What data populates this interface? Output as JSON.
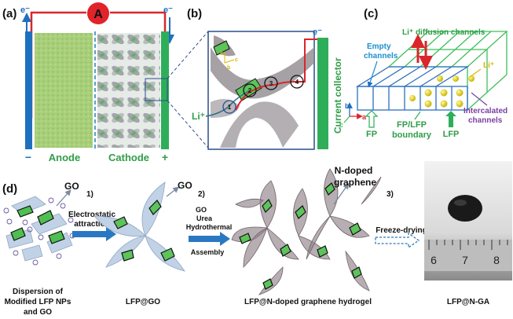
{
  "panel_a": {
    "label": "(a)",
    "electron_left": "e⁻",
    "electron_right": "e⁻",
    "ammeter": "A",
    "minus": "−",
    "plus": "+",
    "anode": "Anode",
    "cathode": "Cathode"
  },
  "panel_b": {
    "label": "(b)",
    "electron": "e⁻",
    "current_collector": "Current collector",
    "li_ion": "Li⁺",
    "path_points": [
      "1",
      "2",
      "3",
      "4"
    ],
    "axis_a": "a",
    "axis_b": "b",
    "axis_c": "c"
  },
  "panel_c": {
    "label": "(c)",
    "li_diffusion_channels": "Li⁺ diffusion channels",
    "empty_channels_1": "Empty",
    "empty_channels_2": "channels",
    "li_plus": "Li⁺",
    "intercalated_1": "Intercalated",
    "intercalated_2": "channels",
    "axis_b": "b",
    "axis_a": "a",
    "axis_c": "c",
    "fp": "FP",
    "fp_lfp_1": "FP/LFP",
    "fp_lfp_2": "boundary",
    "lfp": "LFP"
  },
  "panel_d": {
    "label": "(d)",
    "go_1": "GO",
    "step_1": "1)",
    "electrostatic_1": "Electrostatic",
    "electrostatic_2": "attraction",
    "go_2": "GO",
    "step_2": "2)",
    "reagents": [
      "GO",
      "Urea",
      "Hydrothermal",
      "Assembly"
    ],
    "n_doped_1": "N-doped",
    "n_doped_2": "graphene",
    "step_3": "3)",
    "freeze_drying": "Freeze-drying",
    "ruler_numbers": [
      "6",
      "7",
      "8"
    ],
    "caption_dispersion": [
      "Dispersion of",
      "Modified LFP NPs",
      "and GO"
    ],
    "caption_lfp_go": "LFP@GO",
    "caption_hydrogel": "LFP@N-doped graphene hydrogel",
    "caption_ngA": "LFP@N-GA"
  },
  "colors": {
    "anode_green": "#a8cf7a",
    "cathode_green": "#2fae5a",
    "electrode_blue": "#1f6fbf",
    "wire_red": "#d9262b",
    "sheet_gray": "#8a7f86",
    "go_blue": "#b8c9e0",
    "lfp_green": "#5cc45a",
    "label_green": "#2f9e47",
    "label_blue": "#1b8fd0",
    "label_purple": "#7b3fa0"
  }
}
